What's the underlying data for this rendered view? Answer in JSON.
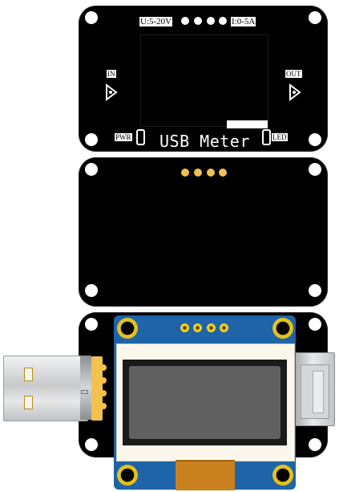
{
  "top_module": {
    "voltage_label": "U:5-20V",
    "current_label": "I:0-5A",
    "in_label": "IN",
    "out_label": "OUT",
    "pwr_label": "PWR",
    "led_label": "LED",
    "title": "USB Meter"
  },
  "colors": {
    "pcb": "#000000",
    "gold": "#f2c14e",
    "oled_board": "#1f63a8",
    "oled_glass": "#606060",
    "usb_metal": "#d9dbdd"
  }
}
